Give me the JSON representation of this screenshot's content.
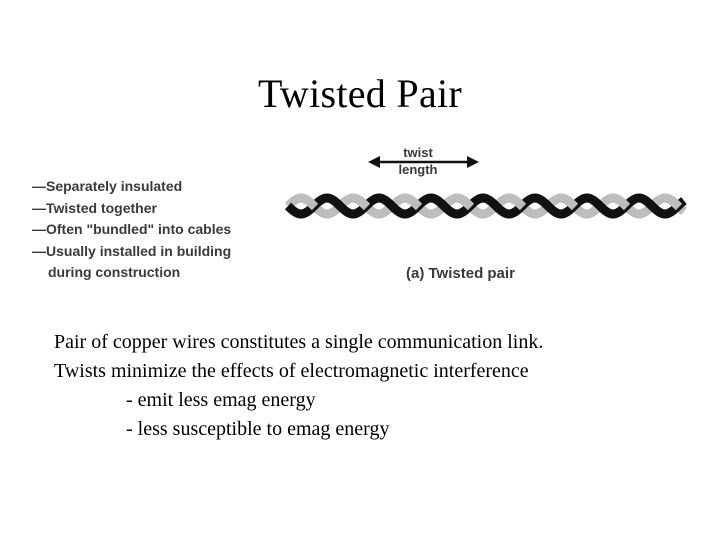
{
  "slide": {
    "title": "Twisted Pair"
  },
  "figure": {
    "bullets": [
      "—Separately insulated",
      "—Twisted together",
      "—Often \"bundled\" into cables",
      "—Usually installed in building",
      "during construction"
    ],
    "twist_label_line1": "twist",
    "twist_label_line2": "length",
    "caption": "(a) Twisted pair",
    "wire_colors": {
      "dark": "#111111",
      "light": "#bdbdbd"
    }
  },
  "body": {
    "lines": [
      "Pair of copper wires constitutes a single communication link.",
      "Twists minimize the effects of electromagnetic interference",
      "- emit less emag energy",
      "- less susceptible to emag energy"
    ]
  }
}
